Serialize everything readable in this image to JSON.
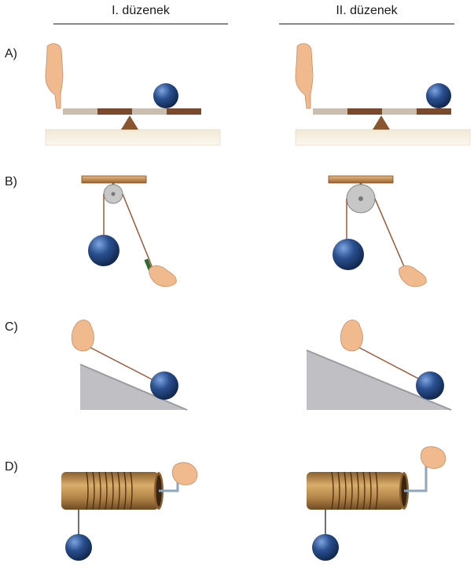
{
  "columns": [
    {
      "title": "I. düzenek"
    },
    {
      "title": "II. düzenek"
    }
  ],
  "rows": [
    {
      "label": "A)"
    },
    {
      "label": "B)"
    },
    {
      "label": "C)"
    },
    {
      "label": "D)"
    }
  ],
  "colors": {
    "ball": "#2a4f8f",
    "rope": "#9a5a3a",
    "plank_light": "#c9bfae",
    "plank_dark": "#7a4a2e",
    "ground": "#ece2cc",
    "wood": "#b08248",
    "skin": "#f1b98e",
    "incline": "#c0c0c4"
  }
}
